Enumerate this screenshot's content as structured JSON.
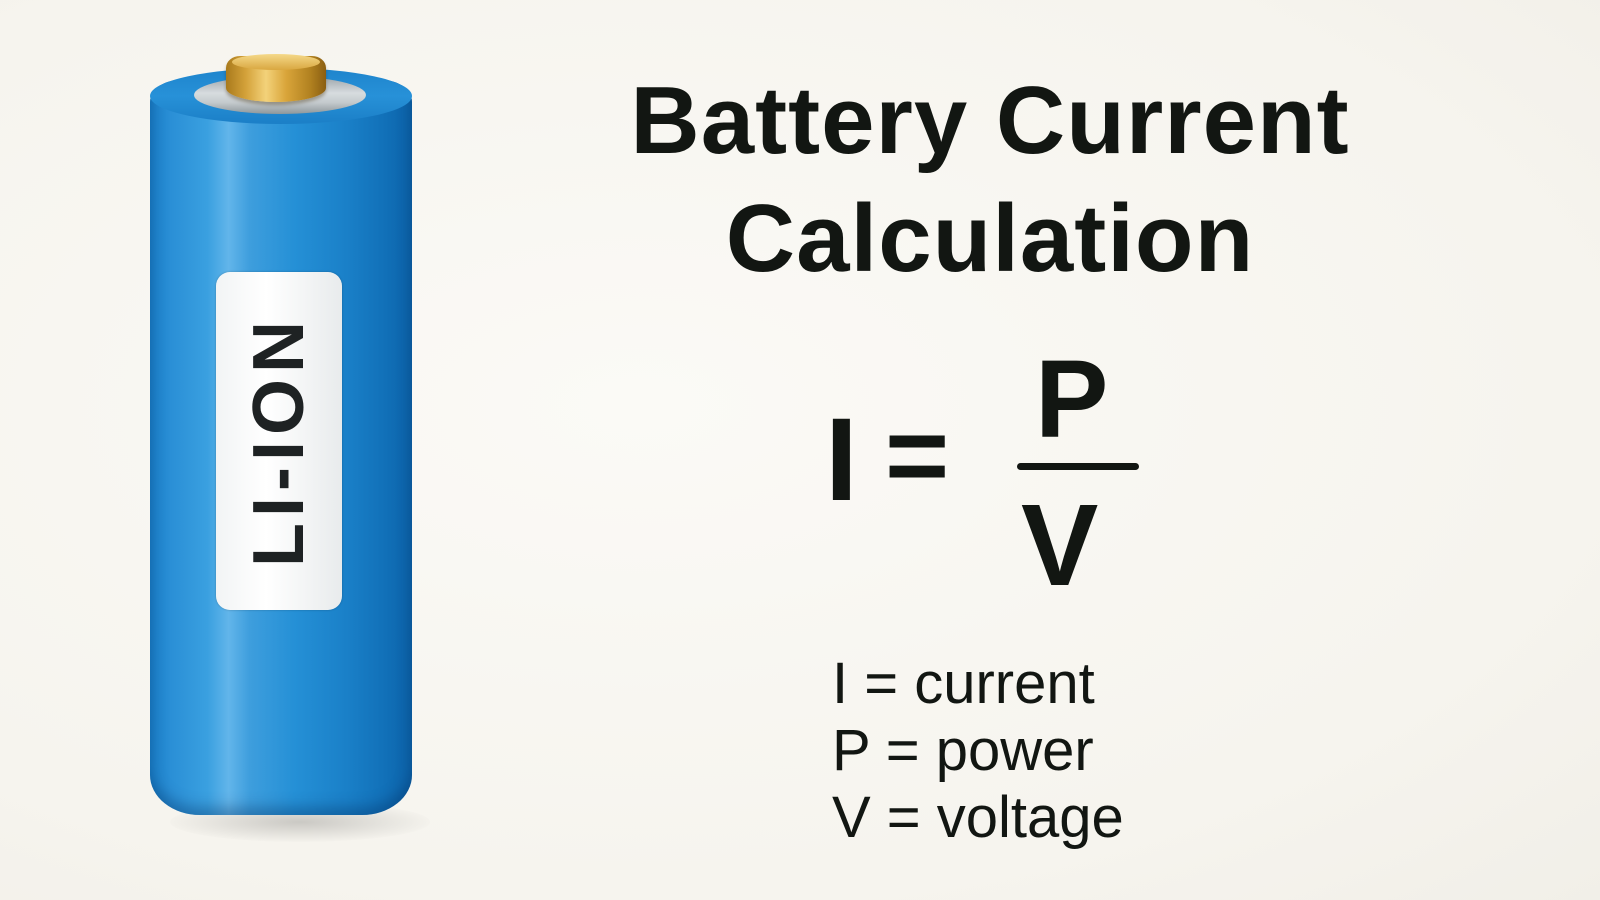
{
  "title": {
    "line1": "Battery Current",
    "line2": "Calculation"
  },
  "battery": {
    "label": "LI-ION",
    "colors": {
      "body": "#2590d6",
      "terminal": "#d9a53a",
      "label_bg": "#ffffff",
      "label_text": "#1e2223"
    }
  },
  "formula": {
    "lhs": "I",
    "equals": "=",
    "numerator": "P",
    "denominator": "V"
  },
  "legend": {
    "items": [
      {
        "label": "I = current"
      },
      {
        "label": "P = power"
      },
      {
        "label": "V = voltage"
      }
    ]
  },
  "colors": {
    "background": "#f8f6f1",
    "text": "#121612"
  }
}
